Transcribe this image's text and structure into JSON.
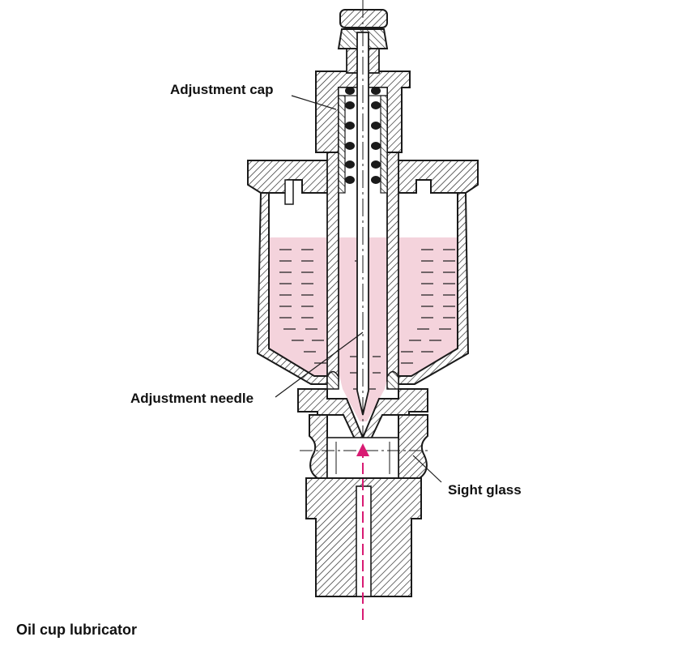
{
  "caption": "Oil cup lubricator",
  "labels": {
    "adjustment_cap": "Adjustment cap",
    "adjustment_needle": "Adjustment needle",
    "sight_glass": "Sight glass"
  },
  "colors": {
    "oil": "#f4d3dc",
    "drip_arrow": "#d81b73",
    "ink": "#1a1a1a"
  }
}
